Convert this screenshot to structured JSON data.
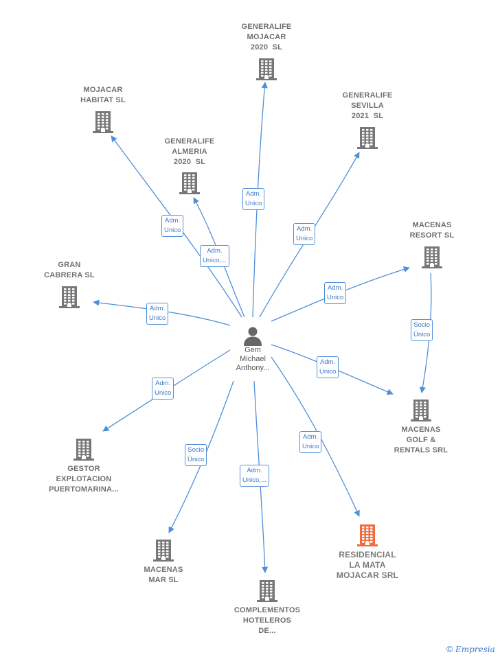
{
  "center": {
    "name_lines": [
      "Gem",
      "Michael",
      "Anthony..."
    ],
    "icon": "person-icon"
  },
  "companies": [
    {
      "id": "generalife-mojacar",
      "lines": [
        "GENERALIFE",
        "MOJACAR",
        "2020  SL"
      ],
      "icon": "building-icon"
    },
    {
      "id": "mojacar-habitat",
      "lines": [
        "MOJACAR",
        "HABITAT SL"
      ],
      "icon": "building-icon"
    },
    {
      "id": "generalife-sevilla",
      "lines": [
        "GENERALIFE",
        "SEVILLA",
        "2021  SL"
      ],
      "icon": "building-icon"
    },
    {
      "id": "generalife-almeria",
      "lines": [
        "GENERALIFE",
        "ALMERIA",
        "2020  SL"
      ],
      "icon": "building-icon"
    },
    {
      "id": "macenas-resort",
      "lines": [
        "MACENAS",
        "RESORT SL"
      ],
      "icon": "building-icon"
    },
    {
      "id": "gran-cabrera",
      "lines": [
        "GRAN",
        "CABRERA SL"
      ],
      "icon": "building-icon"
    },
    {
      "id": "macenas-golf",
      "lines": [
        "MACENAS",
        "GOLF &",
        "RENTALS SRL"
      ],
      "icon": "building-icon"
    },
    {
      "id": "gestor-explotacion",
      "lines": [
        "GESTOR",
        "EXPLOTACION",
        "PUERTOMARINA..."
      ],
      "icon": "building-icon"
    },
    {
      "id": "residencial-la-mata",
      "lines": [
        "RESIDENCIAL",
        "LA MATA",
        "MOJACAR SRL"
      ],
      "icon": "building-icon",
      "highlight": true
    },
    {
      "id": "macenas-mar",
      "lines": [
        "MACENAS",
        "MAR SL"
      ],
      "icon": "building-icon"
    },
    {
      "id": "complementos-hoteleros",
      "lines": [
        "COMPLEMENTOS",
        "HOTELEROS",
        "DE..."
      ],
      "icon": "building-icon"
    }
  ],
  "relations": [
    {
      "to": "generalife-mojacar",
      "label": [
        "Adm.",
        "Unico"
      ]
    },
    {
      "to": "mojacar-habitat",
      "label": [
        "Adm.",
        "Unico"
      ]
    },
    {
      "to": "generalife-sevilla",
      "label": [
        "Adm.",
        "Unico"
      ]
    },
    {
      "to": "generalife-almeria",
      "label": [
        "Adm.",
        "Unico,..."
      ]
    },
    {
      "to": "macenas-resort",
      "label": [
        "Adm.",
        "Unico"
      ]
    },
    {
      "to": "gran-cabrera",
      "label": [
        "Adm.",
        "Unico"
      ]
    },
    {
      "to": "macenas-golf",
      "label": [
        "Adm.",
        "Unico"
      ]
    },
    {
      "to": "gestor-explotacion",
      "label": [
        "Adm.",
        "Unico"
      ]
    },
    {
      "to": "residencial-la-mata",
      "label": [
        "Adm.",
        "Unico"
      ]
    },
    {
      "to": "macenas-mar",
      "label": [
        "Socio",
        "Único"
      ]
    },
    {
      "to": "complementos-hoteleros",
      "label": [
        "Adm.",
        "Unico,..."
      ]
    },
    {
      "from": "macenas-resort",
      "to": "macenas-golf",
      "label": [
        "Socio",
        "Único"
      ]
    }
  ],
  "colors": {
    "edge": "#4f8fd9",
    "building": "#777777",
    "building_highlight": "#f26a3d",
    "person": "#666666"
  },
  "footer": {
    "copyright": "©",
    "brand": "Empresia"
  }
}
